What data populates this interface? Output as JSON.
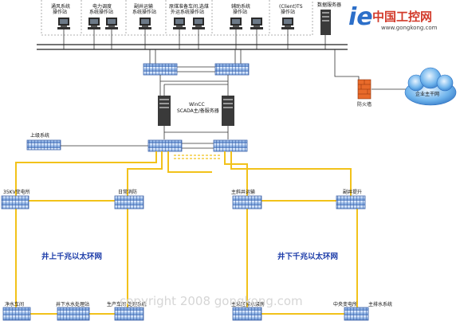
{
  "logo": {
    "name": "中国工控网",
    "url": "www.gongkong.com",
    "mark": "ie"
  },
  "stations": [
    {
      "line1": "通风系统",
      "line2": "操作站"
    },
    {
      "line1": "电力调度",
      "line2": "系统操作站"
    },
    {
      "line1": "副井运输",
      "line2": "系统操作站"
    },
    {
      "line1": "原煤准备车间,选煤",
      "line2": "外运系统操作站"
    },
    {
      "line1": "辅助系统",
      "line2": "操作站"
    },
    {
      "line1": "(Client)TS",
      "line2": "操作站"
    }
  ],
  "data_server": "数据服务器",
  "firewall": "防火墙",
  "enterprise_net": "企业主干网",
  "scada": {
    "line1": "WinCC",
    "line2": "SCADA主/备服务器"
  },
  "upper_system": "上级系统",
  "above_ground_ring": "井上千兆以太环网",
  "below_ground_ring": "井下千兆以太环网",
  "nodes": {
    "substation": "35KV变电所",
    "daily_fire": "日常消防",
    "main_transport": "主斜井运输",
    "aux_lift": "副井提升",
    "sewage": "净水车间",
    "water_treat": "井下水水处理站",
    "prod_water": "生产车间 处理系统",
    "pump_room": "主采区排水泵房",
    "central_sub": "中央变电所",
    "main_drain": "主排水系统"
  },
  "watermark": "copyright 2008 gongkong.com"
}
